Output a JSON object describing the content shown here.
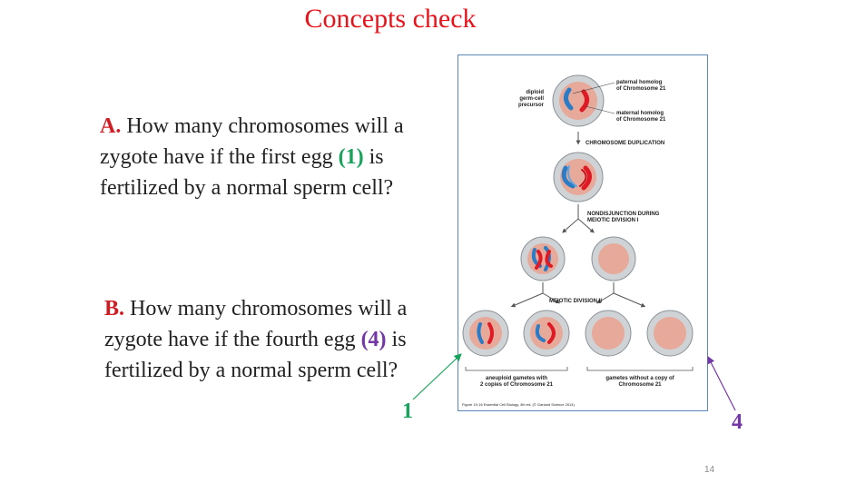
{
  "title": "Concepts check",
  "question_a": {
    "label": "A.",
    "text_before": " How many chromosomes will a zygote have if the first egg ",
    "highlight": "(1)",
    "text_after": " is fertilized by a normal sperm cell?"
  },
  "question_b": {
    "label": "B.",
    "text_before": " How many chromosomes will a zygote have if the fourth egg ",
    "highlight": "(4)",
    "text_after": " is fertilized by a normal sperm cell?"
  },
  "markers": {
    "one": "1",
    "four": "4"
  },
  "page_number": "14",
  "figure": {
    "cell_label": [
      "diploid",
      "germ-cell",
      "precursor"
    ],
    "paternal_label": [
      "paternal homolog",
      "of Chromosome 21"
    ],
    "maternal_label": [
      "maternal homolog",
      "of Chromosome 21"
    ],
    "step1": "CHROMOSOME DUPLICATION",
    "step2": [
      "NONDISJUNCTION DURING",
      "MEIOTIC DIVISION I"
    ],
    "step3": "MEIOTIC DIVISION II",
    "gametes_left": [
      "aneuploid gametes with",
      "2 copies of Chromosome 21"
    ],
    "gametes_right": [
      "gametes without a copy of",
      "Chromosome 21"
    ],
    "caption": "Figure 19-16  Essential Cell Biology, 4th ed. (© Garland Science 2014)",
    "colors": {
      "paternal": "#2a7cc6",
      "maternal": "#e01a24",
      "nucleus": "#e6a99a",
      "cell": "#cfd3d6"
    }
  }
}
